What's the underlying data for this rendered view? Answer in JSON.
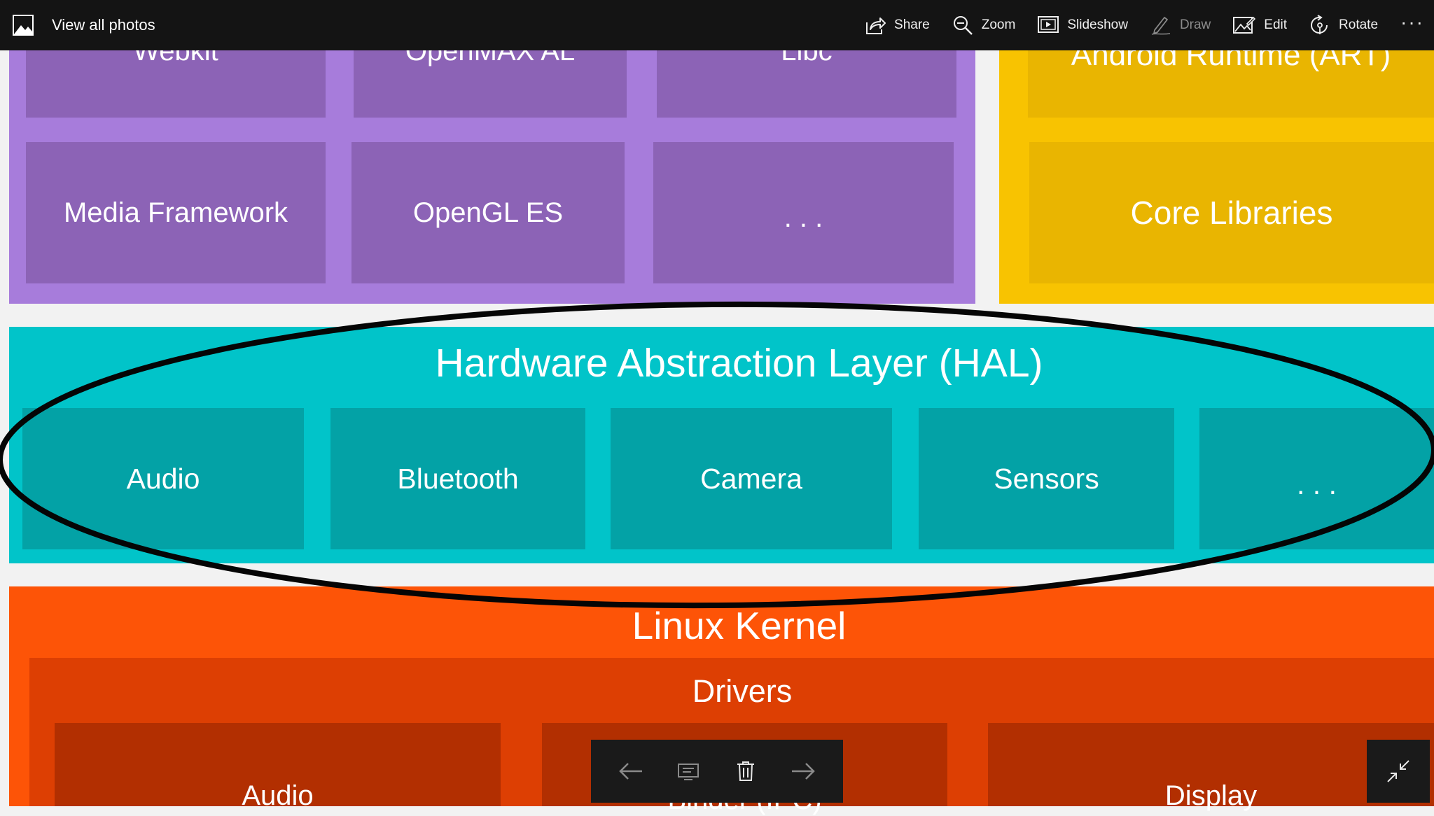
{
  "topbar": {
    "title": "View all photos",
    "actions": {
      "share": "Share",
      "zoom": "Zoom",
      "slideshow": "Slideshow",
      "draw": "Draw",
      "edit": "Edit",
      "rotate": "Rotate"
    },
    "more": "···"
  },
  "diagram": {
    "native_libs": {
      "row1": [
        "Webkit",
        "OpenMAX AL",
        "Libc"
      ],
      "row2": [
        "Media Framework",
        "OpenGL ES",
        ". . ."
      ]
    },
    "art": {
      "title": "Android Runtime (ART)",
      "core": "Core Libraries"
    },
    "hal": {
      "title": "Hardware Abstraction Layer (HAL)",
      "items": [
        "Audio",
        "Bluetooth",
        "Camera",
        "Sensors",
        ". . ."
      ]
    },
    "kernel": {
      "title": "Linux Kernel",
      "drivers_title": "Drivers",
      "drivers": [
        "Audio",
        "Binder (IPC)",
        "Display"
      ]
    }
  },
  "colors": {
    "purple": "#a77cdb",
    "yellow": "#f8c301",
    "teal": "#01c4c9",
    "orange": "#fd5407"
  }
}
